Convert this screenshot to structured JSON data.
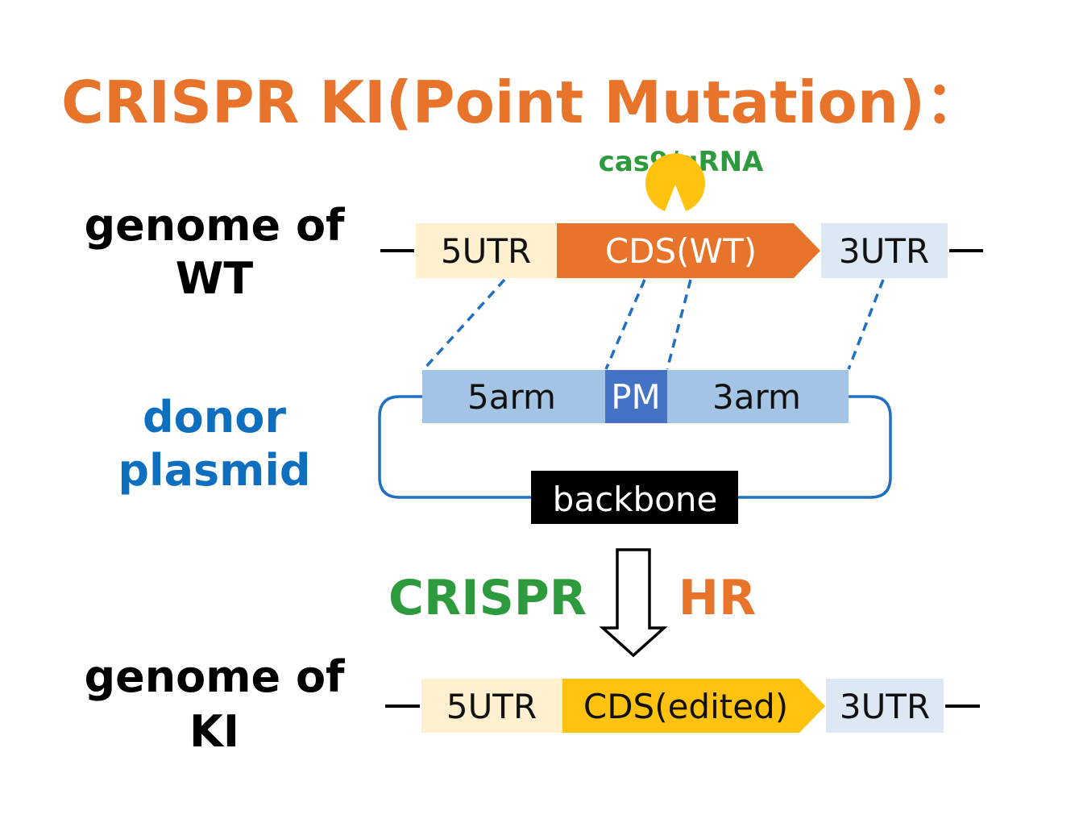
{
  "title": "CRISPR KI(Point Mutation)：",
  "cas9_label": "cas9/gRNA",
  "wt_genome": {
    "label_line1": "genome of",
    "label_line2": "WT",
    "utr5": "5UTR",
    "cds": "CDS(WT)",
    "utr3": "3UTR"
  },
  "donor": {
    "label_line1": "donor",
    "label_line2": "plasmid",
    "arm5": "5arm",
    "pm": "PM",
    "arm3": "3arm",
    "backbone": "backbone"
  },
  "process": {
    "left": "CRISPR",
    "right": "HR"
  },
  "ki_genome": {
    "label_line1": "genome of",
    "label_line2": "KI",
    "utr5": "5UTR",
    "cds": "CDS(edited)",
    "utr3": "3UTR"
  },
  "colors": {
    "orange": "#E8742B",
    "green": "#2E9A3E",
    "blue_text": "#0E6FBF",
    "yellow": "#FFC20E",
    "utr5_fill": "#FFF1D0",
    "utr3_fill": "#DCE8F4",
    "arm_fill": "#A4C4E6",
    "pm_fill": "#4472C4",
    "plasmid_line": "#1F6FC2",
    "guide_dash": "#1F6FC2"
  }
}
